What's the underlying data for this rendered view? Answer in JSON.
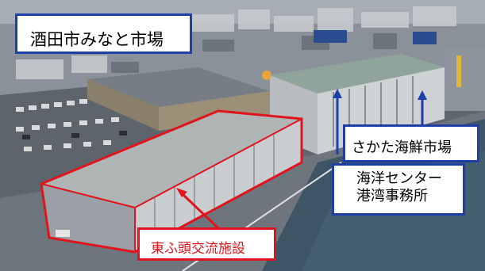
{
  "labels": {
    "title": "酒田市みなと市場",
    "seafood_market": "さかた海鮮市場",
    "ocean_center_line1": "海洋センター",
    "ocean_center_line2": "港湾事務所",
    "exchange_facility": "東ふ頭交流施設"
  },
  "colors": {
    "label_border_blue": "#1f3fa8",
    "label_border_red": "#e0141c",
    "arrow_blue": "#1f3fa8",
    "arrow_red": "#e0141c",
    "water": "#3e5566",
    "pavement": "#6f757d"
  }
}
